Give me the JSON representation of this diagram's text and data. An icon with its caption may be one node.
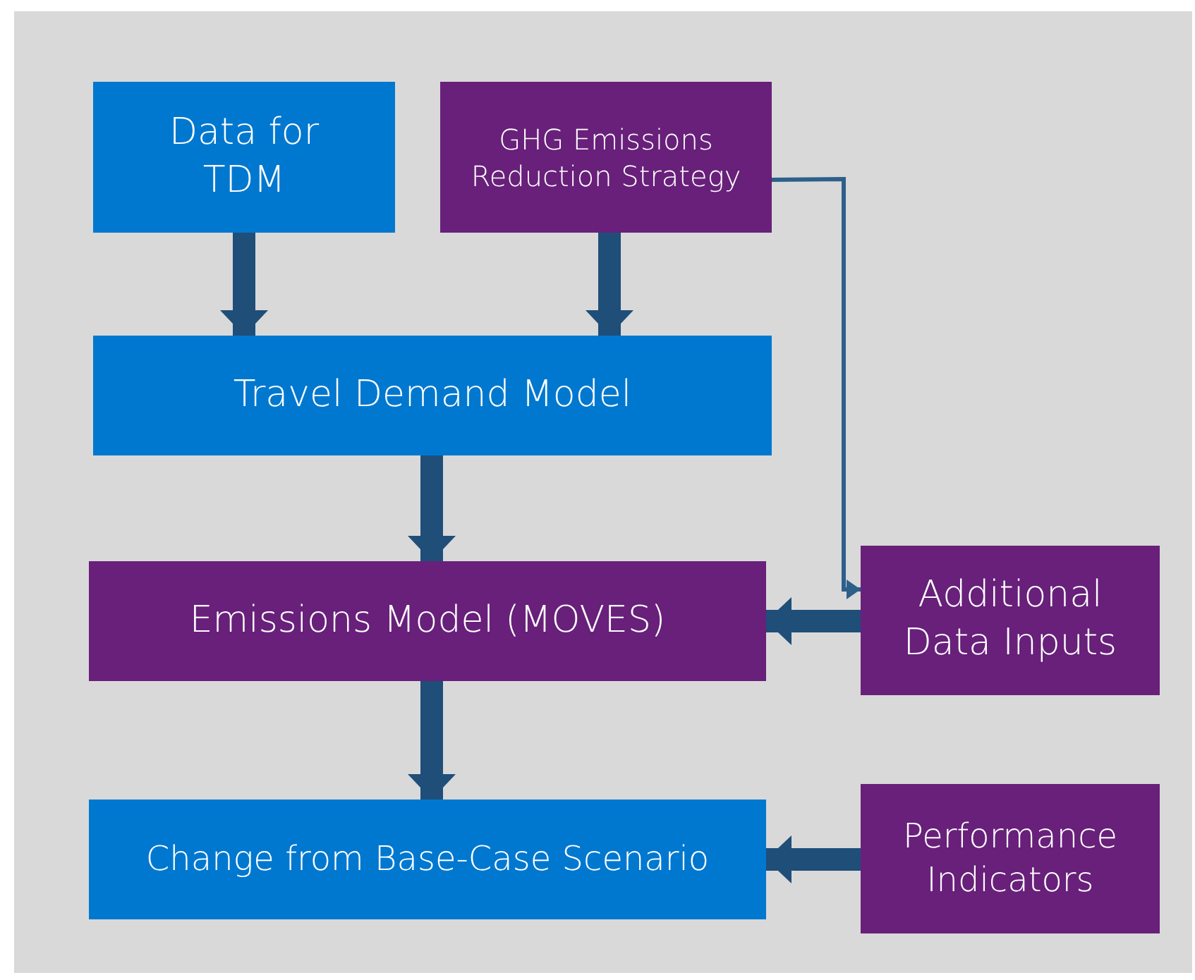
{
  "diagram": {
    "nodes": [
      {
        "text": [
          "Data for TDM"
        ]
      },
      {
        "text": [
          "GHG Emissions Reduction Strategy"
        ]
      },
      {
        "text": [
          "Travel Demand Model"
        ]
      },
      {
        "text": [
          "Emissions Model (MOVES)"
        ]
      },
      {
        "text": [
          "Additional Data Inputs"
        ]
      },
      {
        "text": [
          "Change from Base-Case Scenario"
        ]
      },
      {
        "text": [
          "Performance Indicators"
        ]
      }
    ],
    "edges": [
      {
        "from": 0,
        "to": 2,
        "arrow": "to"
      },
      {
        "from": 1,
        "to": 2,
        "arrow": "to"
      },
      {
        "from": 2,
        "to": 3,
        "arrow": "to"
      },
      {
        "from": 1,
        "to": 4,
        "arrow": "to"
      },
      {
        "from": 4,
        "to": 3,
        "arrow": "to"
      },
      {
        "from": 3,
        "to": 5,
        "arrow": "to"
      },
      {
        "from": 6,
        "to": 5,
        "arrow": "to"
      }
    ]
  }
}
